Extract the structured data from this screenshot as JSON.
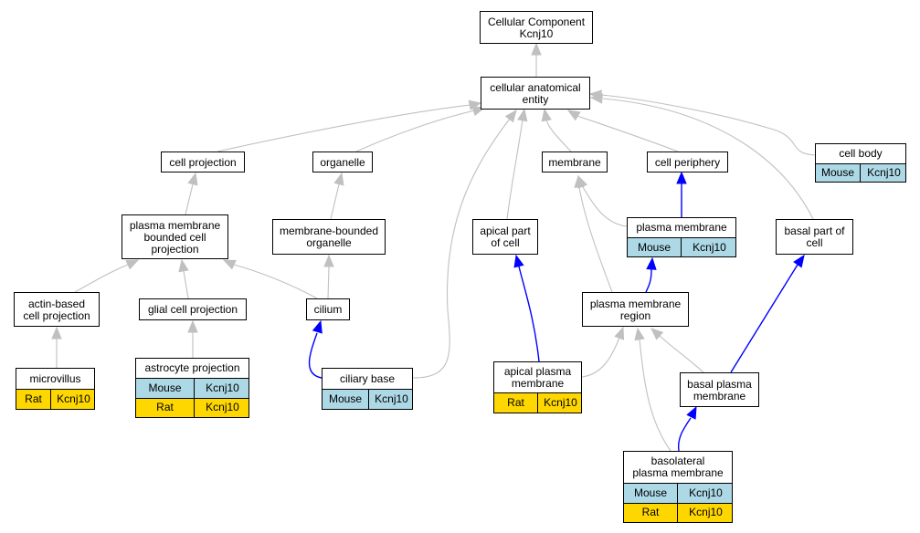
{
  "colors": {
    "mouse": "#add8e6",
    "rat": "#ffd700",
    "grey_edge": "#c0c0c0",
    "blue_edge": "#0000ff"
  },
  "nodes": {
    "cellular_component": {
      "lines": [
        "Cellular Component",
        "Kcnj10"
      ]
    },
    "cellular_anatomical_entity": {
      "lines": [
        "cellular anatomical",
        "entity"
      ]
    },
    "cell_projection": {
      "lines": [
        "cell projection"
      ]
    },
    "organelle": {
      "lines": [
        "organelle"
      ]
    },
    "membrane": {
      "lines": [
        "membrane"
      ]
    },
    "cell_periphery": {
      "lines": [
        "cell periphery"
      ]
    },
    "cell_body": {
      "lines": [
        "cell body"
      ],
      "rows": [
        [
          "Mouse",
          "Kcnj10"
        ]
      ]
    },
    "plasma_membrane_bounded_cell_projection": {
      "lines": [
        "plasma membrane",
        "bounded cell",
        "projection"
      ]
    },
    "membrane_bounded_organelle": {
      "lines": [
        "membrane-bounded",
        "organelle"
      ]
    },
    "apical_part_of_cell": {
      "lines": [
        "apical part",
        "of cell"
      ]
    },
    "plasma_membrane": {
      "lines": [
        "plasma membrane"
      ],
      "rows": [
        [
          "Mouse",
          "Kcnj10"
        ]
      ]
    },
    "basal_part_of_cell": {
      "lines": [
        "basal part of",
        "cell"
      ]
    },
    "actin_based_cell_projection": {
      "lines": [
        "actin-based",
        "cell projection"
      ]
    },
    "glial_cell_projection": {
      "lines": [
        "glial cell projection"
      ]
    },
    "cilium": {
      "lines": [
        "cilium"
      ]
    },
    "plasma_membrane_region": {
      "lines": [
        "plasma membrane",
        "region"
      ]
    },
    "microvillus": {
      "lines": [
        "microvillus"
      ],
      "rows": [
        [
          "Rat",
          "Kcnj10"
        ]
      ]
    },
    "astrocyte_projection": {
      "lines": [
        "astrocyte projection"
      ],
      "rows": [
        [
          "Mouse",
          "Kcnj10"
        ],
        [
          "Rat",
          "Kcnj10"
        ]
      ]
    },
    "ciliary_base": {
      "lines": [
        "ciliary base"
      ],
      "rows": [
        [
          "Mouse",
          "Kcnj10"
        ]
      ]
    },
    "apical_plasma_membrane": {
      "lines": [
        "apical plasma",
        "membrane"
      ],
      "rows": [
        [
          "Rat",
          "Kcnj10"
        ]
      ]
    },
    "basal_plasma_membrane": {
      "lines": [
        "basal plasma",
        "membrane"
      ]
    },
    "basolateral_plasma_membrane": {
      "lines": [
        "basolateral",
        "plasma membrane"
      ],
      "rows": [
        [
          "Mouse",
          "Kcnj10"
        ],
        [
          "Rat",
          "Kcnj10"
        ]
      ]
    }
  },
  "edges": [
    {
      "from": "cellular_anatomical_entity",
      "to": "cellular_component",
      "color": "grey"
    },
    {
      "from": "cell_projection",
      "to": "cellular_anatomical_entity",
      "color": "grey"
    },
    {
      "from": "organelle",
      "to": "cellular_anatomical_entity",
      "color": "grey"
    },
    {
      "from": "membrane",
      "to": "cellular_anatomical_entity",
      "color": "grey"
    },
    {
      "from": "cell_periphery",
      "to": "cellular_anatomical_entity",
      "color": "grey"
    },
    {
      "from": "cell_body",
      "to": "cellular_anatomical_entity",
      "color": "grey"
    },
    {
      "from": "apical_part_of_cell",
      "to": "cellular_anatomical_entity",
      "color": "grey"
    },
    {
      "from": "basal_part_of_cell",
      "to": "cellular_anatomical_entity",
      "color": "grey"
    },
    {
      "from": "ciliary_base",
      "to": "cellular_anatomical_entity",
      "color": "grey"
    },
    {
      "from": "plasma_membrane_bounded_cell_projection",
      "to": "cell_projection",
      "color": "grey"
    },
    {
      "from": "membrane_bounded_organelle",
      "to": "organelle",
      "color": "grey"
    },
    {
      "from": "plasma_membrane",
      "to": "cell_periphery",
      "color": "blue"
    },
    {
      "from": "plasma_membrane",
      "to": "membrane",
      "color": "grey"
    },
    {
      "from": "plasma_membrane_region",
      "to": "membrane",
      "color": "grey"
    },
    {
      "from": "actin_based_cell_projection",
      "to": "plasma_membrane_bounded_cell_projection",
      "color": "grey"
    },
    {
      "from": "glial_cell_projection",
      "to": "plasma_membrane_bounded_cell_projection",
      "color": "grey"
    },
    {
      "from": "cilium",
      "to": "plasma_membrane_bounded_cell_projection",
      "color": "grey"
    },
    {
      "from": "cilium",
      "to": "membrane_bounded_organelle",
      "color": "grey"
    },
    {
      "from": "plasma_membrane_region",
      "to": "plasma_membrane",
      "color": "blue"
    },
    {
      "from": "microvillus",
      "to": "actin_based_cell_projection",
      "color": "grey"
    },
    {
      "from": "astrocyte_projection",
      "to": "glial_cell_projection",
      "color": "grey"
    },
    {
      "from": "ciliary_base",
      "to": "cilium",
      "color": "blue"
    },
    {
      "from": "apical_plasma_membrane",
      "to": "apical_part_of_cell",
      "color": "blue"
    },
    {
      "from": "apical_plasma_membrane",
      "to": "plasma_membrane_region",
      "color": "grey"
    },
    {
      "from": "basal_plasma_membrane",
      "to": "basal_part_of_cell",
      "color": "blue"
    },
    {
      "from": "basal_plasma_membrane",
      "to": "plasma_membrane_region",
      "color": "grey"
    },
    {
      "from": "basolateral_plasma_membrane",
      "to": "plasma_membrane_region",
      "color": "grey"
    },
    {
      "from": "basolateral_plasma_membrane",
      "to": "basal_plasma_membrane",
      "color": "blue"
    }
  ]
}
